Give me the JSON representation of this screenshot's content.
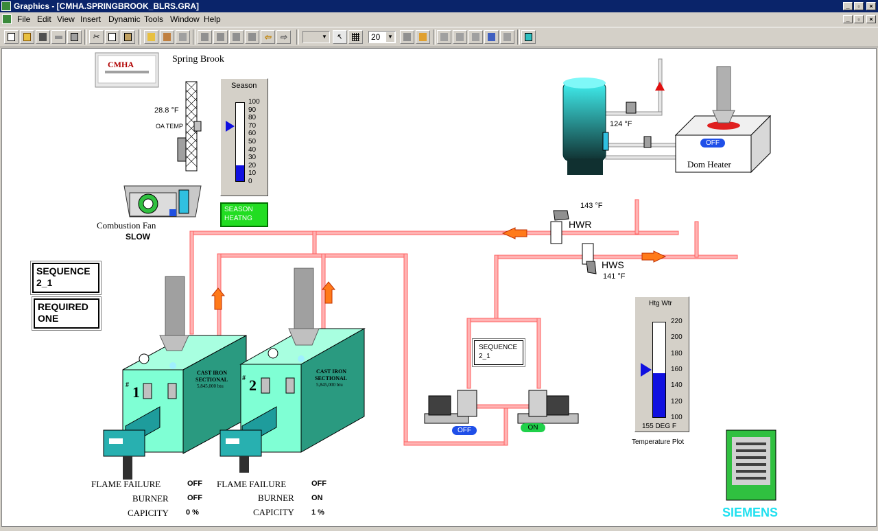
{
  "window": {
    "title": "Graphics - [CMHA.SPRINGBROOK_BLRS.GRA]"
  },
  "menu": [
    "File",
    "Edit",
    "View",
    "Insert",
    "Dynamic",
    "Tools",
    "Window",
    "Help"
  ],
  "toolbar": {
    "zoom_value": "20"
  },
  "site": {
    "name": "Spring Brook",
    "logo_text": "CMHA"
  },
  "oa": {
    "temp": "28.8 °F",
    "label": "OA TEMP"
  },
  "season": {
    "title": "Season",
    "ticks": [
      "100",
      "90",
      "80",
      "70",
      "60",
      "50",
      "40",
      "30",
      "20",
      "10",
      "0"
    ],
    "level": 20,
    "pointer": 70,
    "status_line1": "SEASON",
    "status_line2": "HEATNG"
  },
  "fan": {
    "label": "Combustion Fan",
    "speed": "SLOW"
  },
  "sequence": {
    "label": "SEQUENCE",
    "value": "2_1"
  },
  "required": {
    "label": "REQUIRED",
    "value": "ONE"
  },
  "boiler1": {
    "num": "1",
    "type1": "CAST IRON",
    "type2": "SECTIONAL",
    "rating": "5,845,000 btu",
    "flame_label": "FLAME FAILURE",
    "flame": "OFF",
    "burner_label": "BURNER",
    "burner": "OFF",
    "cap_label": "CAPICITY",
    "cap": "0 %"
  },
  "boiler2": {
    "num": "2",
    "type1": "CAST IRON",
    "type2": "SECTIONAL",
    "rating": "5,845,000 btu",
    "flame_label": "FLAME FAILURE",
    "flame": "OFF",
    "burner_label": "BURNER",
    "burner": "ON",
    "cap_label": "CAPICITY",
    "cap": "1 %"
  },
  "dom": {
    "label": "Dom Heater",
    "status": "OFF",
    "temp": "124 °F"
  },
  "hwr": {
    "label": "HWR",
    "temp": "143 °F"
  },
  "hws": {
    "label": "HWS",
    "temp": "141 °F"
  },
  "pumps": {
    "seq_label": "SEQUENCE",
    "seq_value": "2_1",
    "pump1": "OFF",
    "pump2": "ON"
  },
  "htg": {
    "title": "Htg Wtr",
    "ticks": [
      "220",
      "200",
      "180",
      "160",
      "140",
      "120",
      "100"
    ],
    "min": 100,
    "max": 220,
    "value": 155,
    "pointer": 160,
    "readout": "155 DEG F",
    "caption": "Temperature Plot"
  },
  "brand": "SIEMENS",
  "colors": {
    "pipe": "#ffb3b3",
    "boiler": "#7fffd4",
    "gauge_fill": "#1010e0",
    "status_green": "#22dd22"
  }
}
